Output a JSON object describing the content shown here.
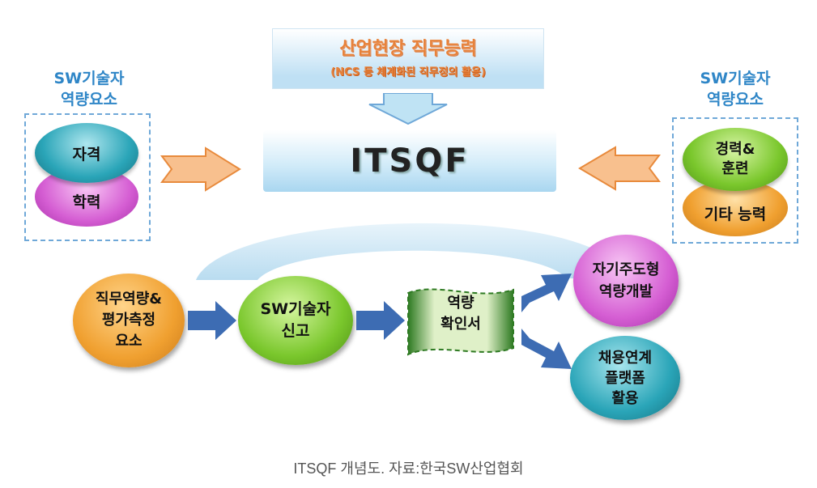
{
  "top_banner": {
    "title": "산업현장 직무능력",
    "subtitle": "(NCS 등 체계화된 직무정의 활용)"
  },
  "center_box": {
    "label": "ITSQF"
  },
  "left_group": {
    "title": "SW기술자\n역량요소",
    "items": [
      "자격",
      "학력"
    ]
  },
  "right_group": {
    "title": "SW기술자\n역량요소",
    "items": [
      "경력&\n훈련",
      "기타 능력"
    ]
  },
  "flow": {
    "step1": "직무역량&\n평가측정\n요소",
    "step2": "SW기술자\n신고",
    "step3": "역량\n확인서",
    "out1": "자기주도형\n역량개발",
    "out2": "채용연계\n플랫폼\n활용"
  },
  "caption": "ITSQF 개념도. 자료:한국SW산업협회",
  "colors": {
    "label_blue": "#2f86c7",
    "arrow_orange": "#f5a25c",
    "arrow_blue": "#3d6cb3",
    "teal": "#1d8ea3",
    "pink": "#d55ed3",
    "green": "#7ac72c",
    "orange": "#f0a030"
  }
}
